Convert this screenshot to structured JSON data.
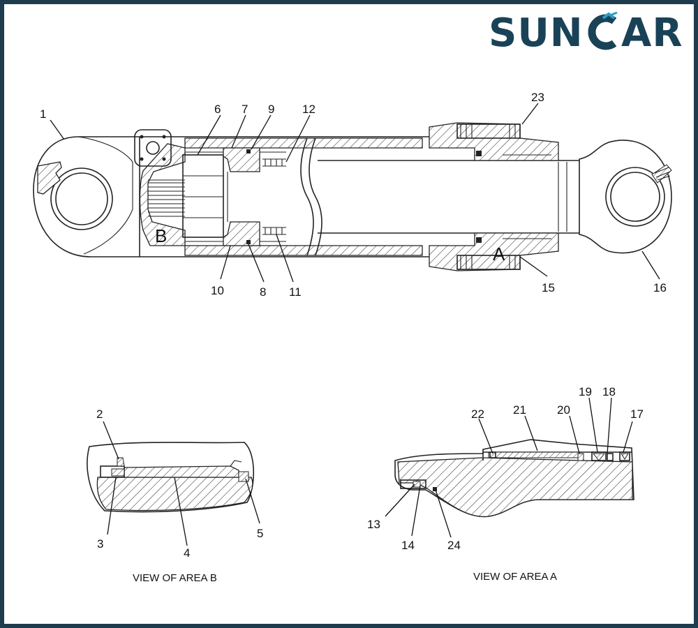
{
  "brand": {
    "logo_left": "SUN",
    "logo_right": "AR",
    "color": "#1a4257",
    "accent": "#2e9cc9"
  },
  "frame": {
    "border_color": "#1f3c4e"
  },
  "main_view": {
    "area_markers": {
      "b": "B",
      "a": "A"
    },
    "callouts": {
      "c1": "1",
      "c6": "6",
      "c7": "7",
      "c9": "9",
      "c12": "12",
      "c23": "23",
      "c10": "10",
      "c8": "8",
      "c11": "11",
      "c15": "15",
      "c16": "16"
    }
  },
  "view_b": {
    "caption": "VIEW OF AREA B",
    "callouts": {
      "c2": "2",
      "c3": "3",
      "c4": "4",
      "c5": "5"
    }
  },
  "view_a": {
    "caption": "VIEW OF AREA A",
    "callouts": {
      "c22": "22",
      "c21": "21",
      "c20": "20",
      "c19": "19",
      "c18": "18",
      "c17": "17",
      "c13": "13",
      "c14": "14",
      "c24": "24"
    }
  }
}
